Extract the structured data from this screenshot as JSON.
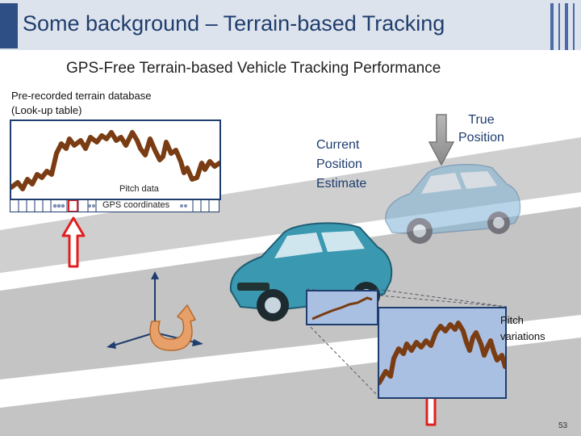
{
  "slide": {
    "title": "Some background – Terrain-based Tracking",
    "subtitle": "GPS-Free Terrain-based Vehicle Tracking Performance",
    "page_number": "53"
  },
  "database": {
    "label_line1": "Pre-recorded terrain database",
    "label_line2": "(Look-up table)",
    "pitch_label": "Pitch data",
    "gps_label": "GPS coordinates"
  },
  "estimate": {
    "line1": "Current",
    "line2": "Position",
    "line3": "Estimate"
  },
  "truth": {
    "line1": "True",
    "line2": "Position"
  },
  "pitch_variations": {
    "line1": "Pitch",
    "line2": "variations"
  },
  "colors": {
    "title_text": "#1f3d6e",
    "accent": "#2e4e86",
    "road": "#c8c8c8",
    "lane_marking": "#ffffff",
    "pitch_curve": "#7a3c12",
    "arrow_red": "#e02020",
    "arrow_gray": "#a0a0a0",
    "car": "#3a98b0",
    "car_faded": "#9cc4dc",
    "panel_fill": "#a9c0e2"
  },
  "icons": [
    "red-up-arrow-icon",
    "gray-down-arrow-icon",
    "coordinate-axes-icon",
    "rotation-arrow-icon",
    "car-icon"
  ]
}
